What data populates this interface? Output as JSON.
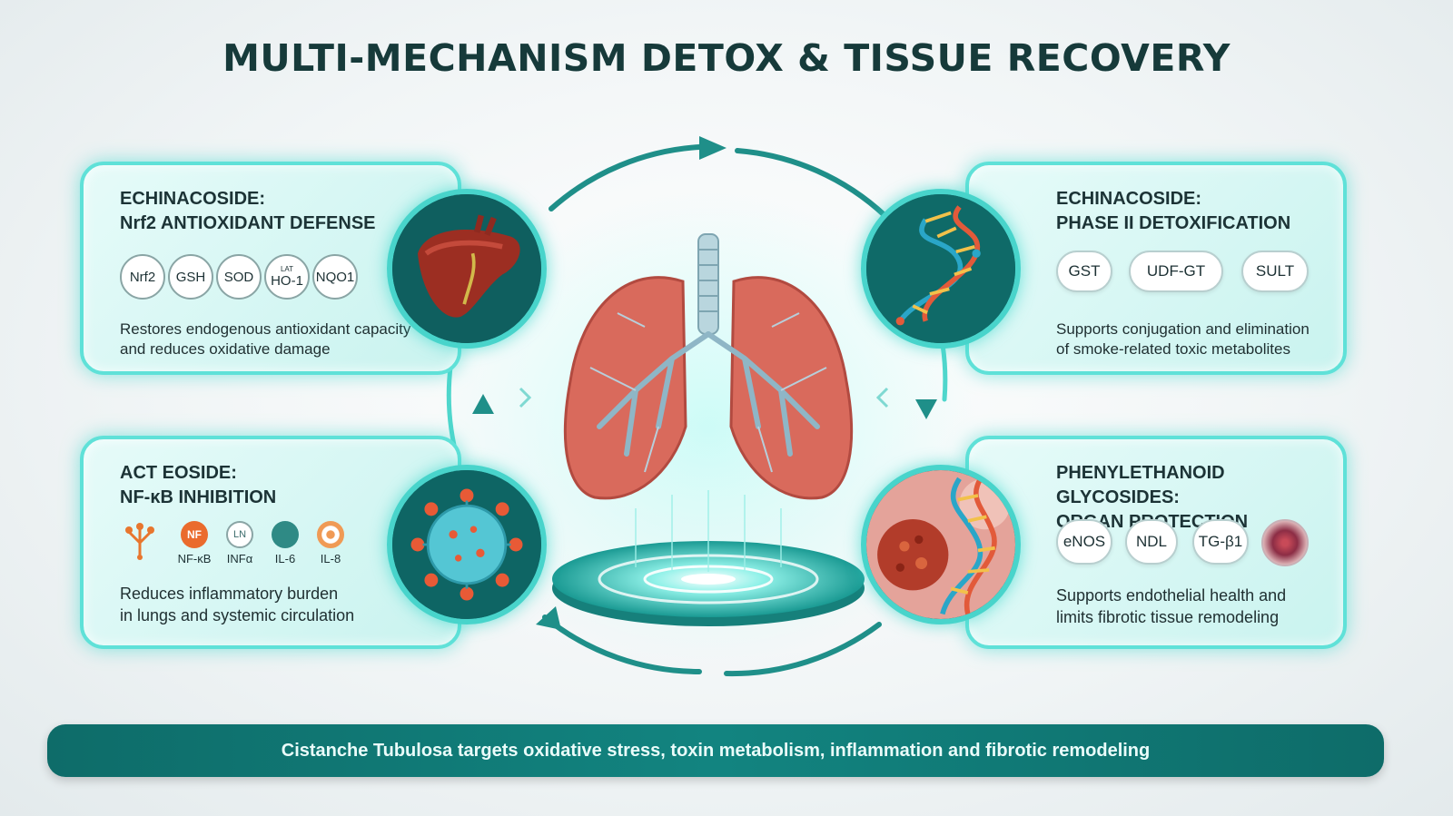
{
  "title": "MULTI-MECHANISM DETOX & TISSUE RECOVERY",
  "panels": {
    "top_left": {
      "title_line1": "ECHINACOSIDE:",
      "title_line2": "Nrf2 ANTIOXIDANT DEFENSE",
      "markers": [
        "Nrf2",
        "GSH",
        "SOD",
        "HO-1",
        "NQO1"
      ],
      "marker_note": "LAT",
      "desc_line1": "Restores endogenous antioxidant capacity",
      "desc_line2": "and reduces oxidative damage",
      "image_icon": "liver-icon"
    },
    "top_right": {
      "title_line1": "ECHINACOSIDE:",
      "title_line2": "PHASE II DETOXIFICATION",
      "markers": [
        "GST",
        "UDF-GT",
        "SULT"
      ],
      "desc_line1": "Supports conjugation and elimination",
      "desc_line2": "of smoke-related toxic metabolites",
      "image_icon": "dna-helix-icon"
    },
    "bottom_left": {
      "title_line1": "ACT EOSIDE:",
      "title_line2": "NF-κB INHIBITION",
      "icons": [
        {
          "label": "",
          "icon": "pathway-node-icon"
        },
        {
          "label": "NF-κB",
          "text": "NF",
          "icon": "nfkb-icon"
        },
        {
          "label": "INFα",
          "text": "LN",
          "icon": "infa-icon"
        },
        {
          "label": "IL-6",
          "icon": "il6-icon"
        },
        {
          "label": "IL-8",
          "icon": "il8-icon"
        }
      ],
      "desc_line1": "Reduces inflammatory burden",
      "desc_line2": "in lungs and systemic circulation",
      "image_icon": "virus-icon"
    },
    "bottom_right": {
      "title_line1": "PHENYLETHANOID GLYCOSIDES:",
      "title_line2": "ORGAN PROTECTION",
      "markers": [
        "eNOS",
        "NDL",
        "TG-β1"
      ],
      "desc_line1": "Supports endothelial health and",
      "desc_line2": "limits fibrotic tissue remodeling",
      "image_icon": "cell-dna-icon"
    }
  },
  "center_icon": "lungs-icon",
  "footer": "Cistanche Tubulosa targets oxidative stress, toxin metabolism, inflammation and fibrotic remodeling",
  "colors": {
    "accent": "#4fd6cc",
    "panel_border": "#5fe1d8",
    "footer_bg": "#0e6c69",
    "lung": "#d96a5c",
    "title": "#163a3a"
  }
}
